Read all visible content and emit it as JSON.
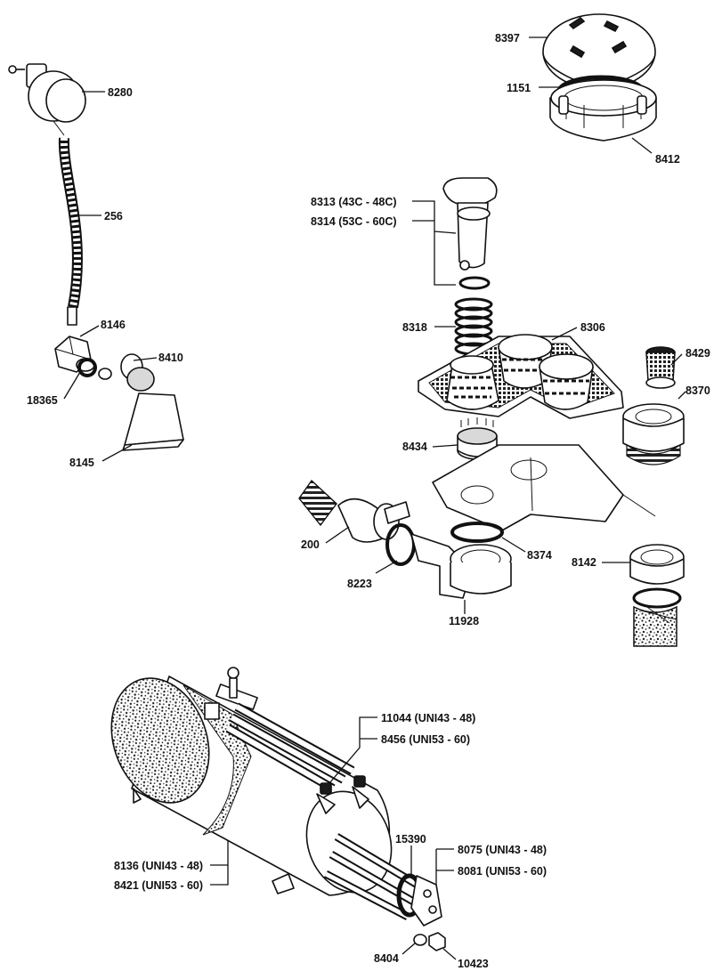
{
  "labels": {
    "p8397": "8397",
    "p1151": "1151",
    "p8412": "8412",
    "p8280": "8280",
    "p256": "256",
    "p8146": "8146",
    "p8410": "8410",
    "p18365": "18365",
    "p8145": "8145",
    "p8313": "8313 (43C - 48C)",
    "p8314": "8314 (53C - 60C)",
    "p8318": "8318",
    "p8306": "8306",
    "p8429": "8429",
    "p8370": "8370",
    "p8434": "8434",
    "p200": "200",
    "p8374": "8374",
    "p8142": "8142",
    "p8223": "8223",
    "p11928": "11928",
    "p11044": "11044 (UNI43 - 48)",
    "p8456": "8456 (UNI53 - 60)",
    "p15390": "15390",
    "p8075": "8075 (UNI43 - 48)",
    "p8081": "8081 (UNI53 - 60)",
    "p8136": "8136 (UNI43 - 48)",
    "p8421": "8421 (UNI53 - 60)",
    "p8404": "8404",
    "p10423": "10423"
  }
}
